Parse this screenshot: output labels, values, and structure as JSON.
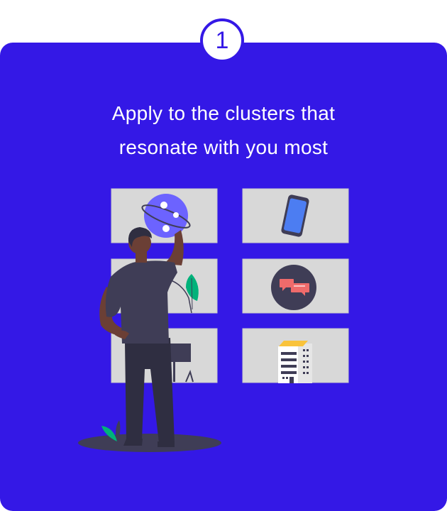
{
  "step": {
    "number": "1"
  },
  "heading": {
    "line1": "Apply to the clusters that",
    "line2": "resonate with you most"
  },
  "colors": {
    "card_bg": "#3418e6",
    "panel": "#d8d8d8",
    "accent_green": "#00b27a",
    "chat_red": "#ef6b6b",
    "phone_blue": "#4c7df2",
    "shirt": "#3f3d56",
    "skin": "#6b3f35"
  },
  "illustration": {
    "panels": [
      "planet-panel",
      "phone-panel",
      "plant-panel",
      "chat-panel",
      "chair-panel",
      "building-panel"
    ],
    "icons": [
      "planet-icon",
      "phone-icon",
      "leaf-icon",
      "chat-icon",
      "building-icon",
      "person-figure"
    ]
  }
}
